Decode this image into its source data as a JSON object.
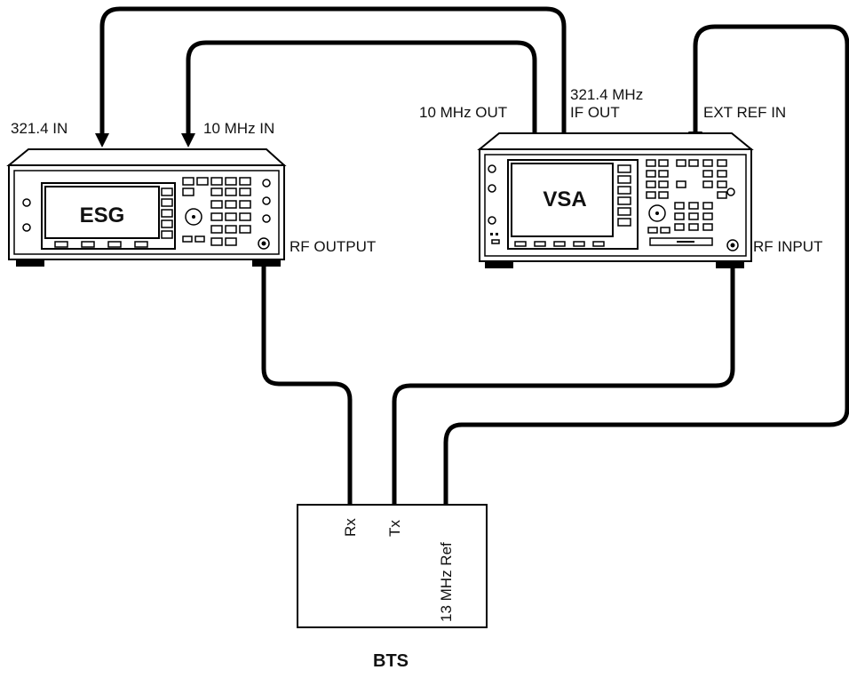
{
  "instruments": {
    "esg": {
      "name": "ESG",
      "port_top_left": "321.4 IN",
      "port_top_right": "10 MHz IN",
      "port_rf": "RF OUTPUT"
    },
    "vsa": {
      "name": "VSA",
      "port_ref_out": "10 MHz OUT",
      "port_if_out_line1": "321.4 MHz",
      "port_if_out_line2": "IF OUT",
      "port_ext_ref": "EXT REF IN",
      "port_rf": "RF INPUT"
    }
  },
  "bts": {
    "name": "BTS",
    "ports": {
      "rx": "Rx",
      "tx": "Tx",
      "ref": "13 MHz Ref"
    }
  },
  "colors": {
    "line": "#000000",
    "background": "#ffffff"
  }
}
